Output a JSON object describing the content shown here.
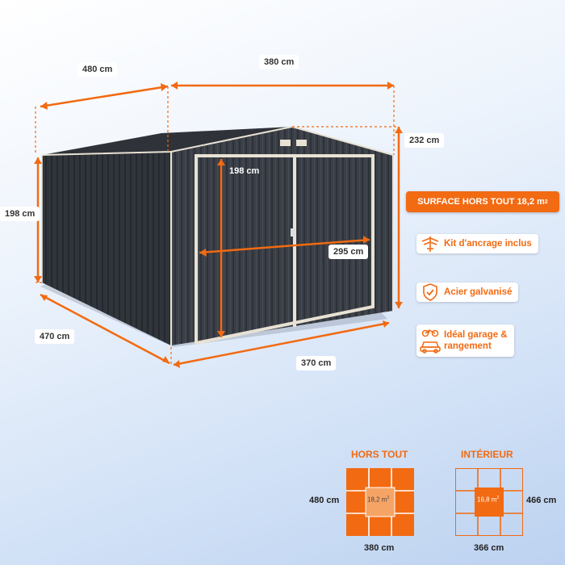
{
  "dimensions": {
    "outer_depth": "480 cm",
    "outer_width": "380 cm",
    "total_height": "232 cm",
    "wall_height": "198 cm",
    "base_depth": "470 cm",
    "base_width": "370 cm",
    "door_height": "198 cm",
    "door_width": "295 cm"
  },
  "surface_badge": {
    "text": "SURFACE HORS TOUT 18,2 m",
    "sup": "2"
  },
  "features": [
    {
      "label": "Kit d'ancrage inclus",
      "icon": "anchor-kit-icon"
    },
    {
      "label": "Acier galvanisé",
      "icon": "shield-check-icon"
    },
    {
      "label_line1": "Idéal garage &",
      "label_line2": "rangement",
      "icon": "car-bike-icon"
    }
  ],
  "footprints": {
    "outer": {
      "title": "HORS TOUT",
      "side": "480 cm",
      "bottom": "380 cm",
      "area": "18,2 m",
      "area_sup": "2"
    },
    "inner": {
      "title": "INTÉRIEUR",
      "side": "466 cm",
      "bottom": "366 cm",
      "area": "16,8 m",
      "area_sup": "2"
    }
  },
  "colors": {
    "accent": "#f26a12",
    "shed": "#3b3f47",
    "trim": "#e8e2d4"
  }
}
